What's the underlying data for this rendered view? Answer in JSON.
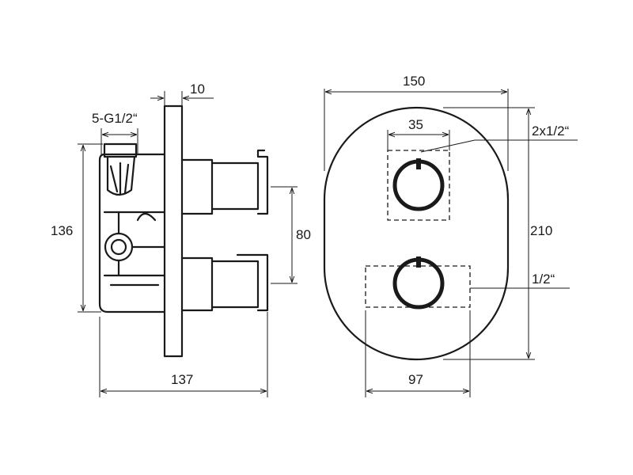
{
  "dimensions": {
    "port_spacing": "10",
    "connections": "5-G1/2“",
    "body_height": "136",
    "outlet_spacing": "80",
    "total_depth": "137",
    "plate_width": "150",
    "knob_spacing_width": "35",
    "knob_ports": "2x1/2“",
    "plate_height": "210",
    "lower_port": "1/2“",
    "cutout_width": "97"
  }
}
